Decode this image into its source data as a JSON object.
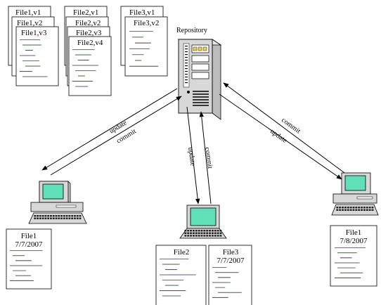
{
  "repository": {
    "label": "Repository"
  },
  "stacks": [
    {
      "pages": [
        "File1,v1",
        "File1,v2",
        "File1,v3"
      ]
    },
    {
      "pages": [
        "File2,v1",
        "File2,v2",
        "File2,v3",
        "File2,v4"
      ]
    },
    {
      "pages": [
        "File3,v1",
        "File3,v2"
      ]
    }
  ],
  "arrows": {
    "left": {
      "upper": "update",
      "lower": "commit"
    },
    "center": {
      "left": "update",
      "right": "commit"
    },
    "right": {
      "upper": "commit",
      "lower": "update"
    }
  },
  "clients": {
    "left": {
      "doc_name": "File1",
      "doc_date": "7/7/2007"
    },
    "center": {
      "doc1_name": "File2",
      "doc2_name": "File3",
      "doc2_date": "7/7/2007"
    },
    "right": {
      "doc_name": "File1",
      "doc_date": "7/8/2007"
    }
  },
  "colors": {
    "screen": "#5fe0b8",
    "machine": "#d8d8d8",
    "stroke": "#000000"
  },
  "icons": [
    "server-icon",
    "desktop-computer-icon",
    "laptop-icon",
    "document-icon",
    "arrow-icon"
  ]
}
